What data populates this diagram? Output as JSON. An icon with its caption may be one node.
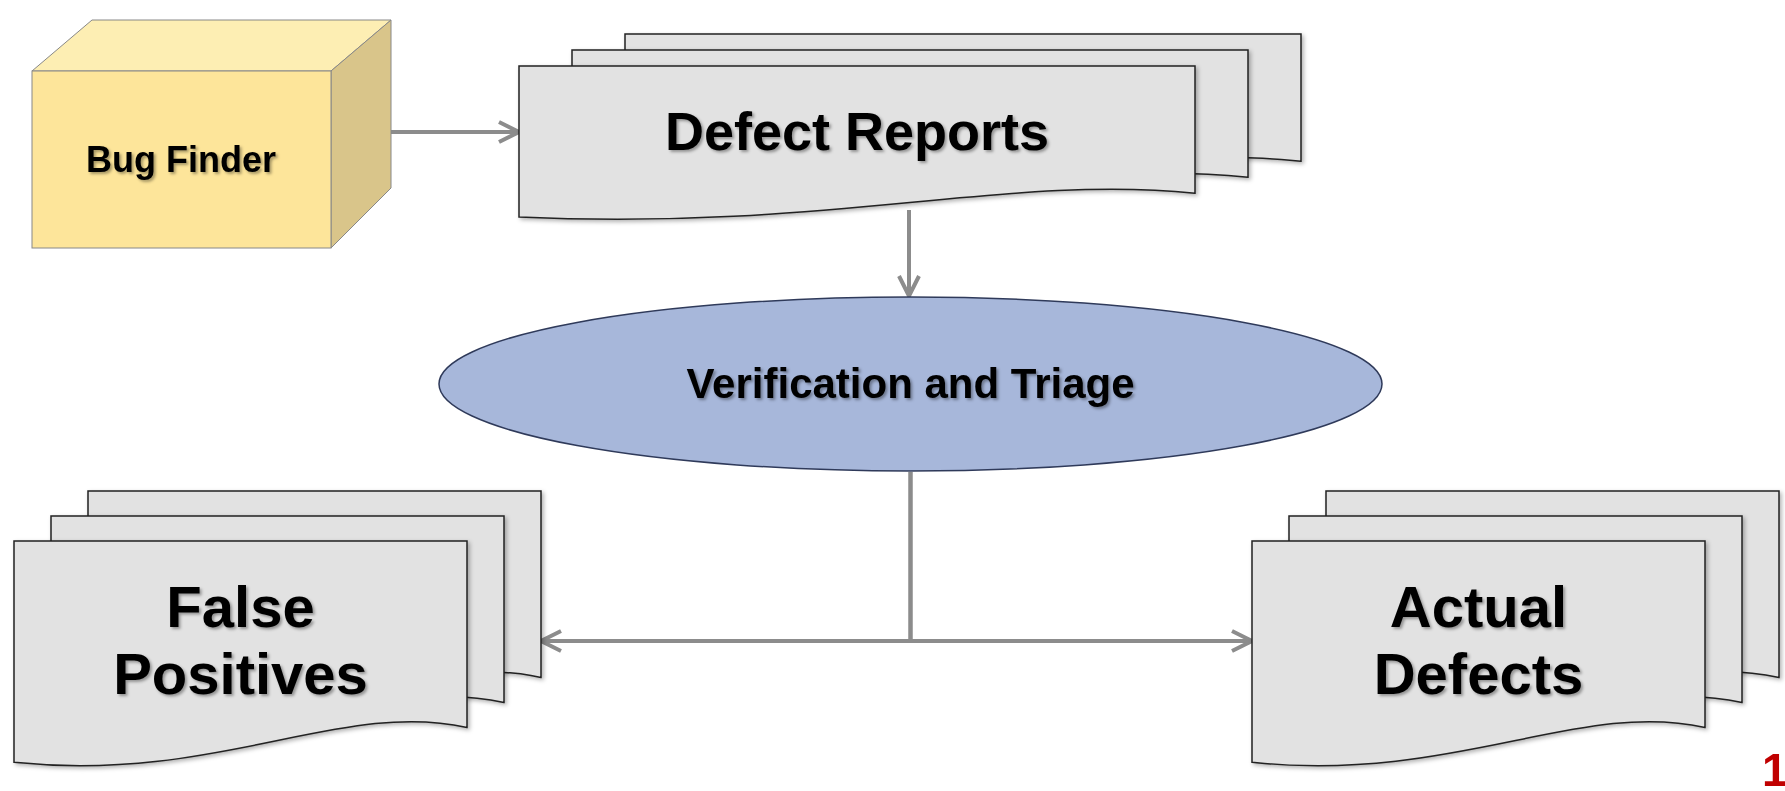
{
  "diagram": {
    "nodes": [
      {
        "text": [
          "Bug Finder"
        ]
      },
      {
        "text": [
          "Defect Reports"
        ]
      },
      {
        "text": [
          "Verification and Triage"
        ]
      },
      {
        "text": [
          "False Positives"
        ]
      },
      {
        "text": [
          "Actual Defects"
        ]
      }
    ],
    "edges": [
      {
        "from": 0,
        "to": 1,
        "arrow": "to"
      },
      {
        "from": 1,
        "to": 2,
        "arrow": "to"
      },
      {
        "from": 2,
        "to": 3,
        "arrow": "to"
      },
      {
        "from": 2,
        "to": 4,
        "arrow": "to"
      }
    ],
    "labels": [
      "1"
    ]
  }
}
